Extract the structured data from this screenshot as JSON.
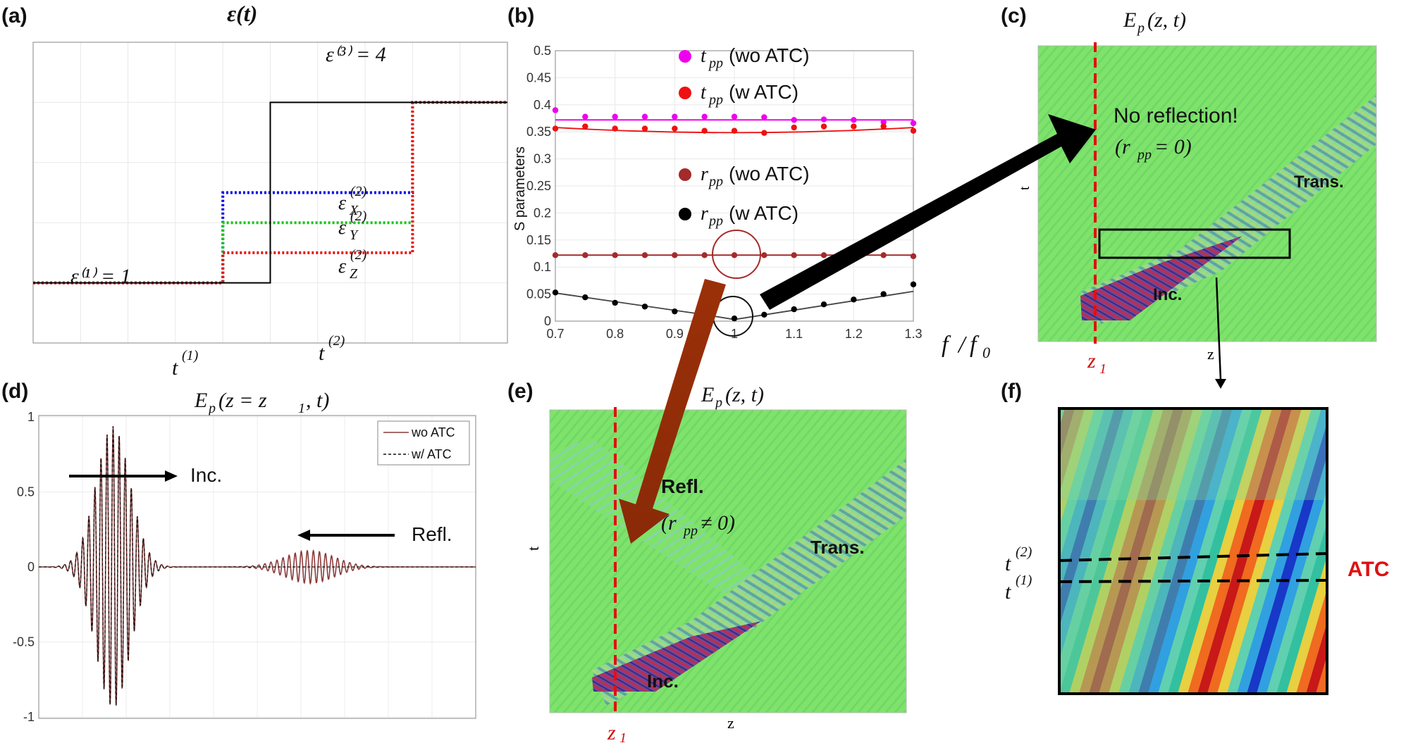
{
  "panels": {
    "a": {
      "label": "(a)",
      "title": "ε(t)",
      "eps3": "ε⁽³⁾ = 4",
      "eps1": "ε⁽¹⁾ = 1",
      "epsX": "ε",
      "epsX_sup": "(2)",
      "epsX_sub": "X",
      "epsY": "ε",
      "epsY_sup": "(2)",
      "epsY_sub": "Y",
      "epsZ": "ε",
      "epsZ_sup": "(2)",
      "epsZ_sub": "Z",
      "t1": "t",
      "t1_sup": "(1)",
      "t2": "t",
      "t2_sup": "(2)"
    },
    "b": {
      "label": "(b)",
      "ylabel": "S parameters",
      "xlabel_f": "f",
      "xlabel_slash": "/",
      "xlabel_f0": "f",
      "xlabel_f0_sub": "0",
      "legend": [
        {
          "sym": "t",
          "sub": "pp",
          "text": "(wo ATC)",
          "color": "#ee00ee"
        },
        {
          "sym": "t",
          "sub": "pp",
          "text": "(w ATC)",
          "color": "#ee1111"
        },
        {
          "sym": "r",
          "sub": "pp",
          "text": "(wo ATC)",
          "color": "#a52a2a"
        },
        {
          "sym": "r",
          "sub": "pp",
          "text": "(w ATC)",
          "color": "#000000"
        }
      ],
      "xticks": [
        "0.7",
        "0.8",
        "0.9",
        "1",
        "1.1",
        "1.2",
        "1.3"
      ],
      "yticks": [
        "0",
        "0.05",
        "0.1",
        "0.15",
        "0.2",
        "0.25",
        "0.3",
        "0.35",
        "0.4",
        "0.45",
        "0.5"
      ]
    },
    "c": {
      "label": "(c)",
      "title_E": "E",
      "title_sub": "p",
      "title_args": "(z, t)",
      "no_reflection": "No reflection!",
      "rpp_open": "(r",
      "rpp_sub": "pp",
      "rpp_close": " = 0)",
      "trans": "Trans.",
      "inc": "Inc.",
      "z1": "z",
      "z1_sub": "1",
      "axis_t": "t",
      "axis_z": "z"
    },
    "d": {
      "label": "(d)",
      "title_E": "E",
      "title_sub": "p",
      "title_args": "(z = z",
      "title_args_sub": "1",
      "title_args_end": ", t)",
      "legend": [
        "wo ATC",
        "w/ ATC"
      ],
      "inc": "Inc.",
      "refl": "Refl.",
      "yticks": [
        "-1",
        "-0.5",
        "0",
        "0.5",
        "1"
      ]
    },
    "e": {
      "label": "(e)",
      "title_E": "E",
      "title_sub": "p",
      "title_args": "(z, t)",
      "refl": "Refl.",
      "rpp_open": "(r",
      "rpp_sub": "pp",
      "rpp_close": " ≠ 0)",
      "trans": "Trans.",
      "inc": "Inc.",
      "z1": "z",
      "z1_sub": "1",
      "axis_t": "t",
      "axis_z": "z"
    },
    "f": {
      "label": "(f)",
      "t2": "t",
      "t2_sup": "(2)",
      "t1": "t",
      "t1_sup": "(1)",
      "atc": "ATC"
    }
  },
  "chart_data": [
    {
      "panel": "a",
      "type": "line",
      "title": "ε(t)",
      "xlim": [
        0,
        10
      ],
      "ylim": [
        0,
        5
      ],
      "grid": true,
      "series": [
        {
          "color": "#000000",
          "style": "solid",
          "x": [
            0,
            5,
            5,
            10
          ],
          "y": [
            1,
            1,
            4,
            4
          ]
        },
        {
          "color": "#0000ee",
          "style": "dotted",
          "x": [
            0,
            4,
            4,
            8,
            8,
            10
          ],
          "y": [
            1,
            1,
            2.5,
            2.5,
            4,
            4
          ]
        },
        {
          "color": "#11cc11",
          "style": "dotted",
          "x": [
            0,
            4,
            4,
            8,
            8,
            10
          ],
          "y": [
            1,
            1,
            2.0,
            2.0,
            4,
            4
          ]
        },
        {
          "color": "#ee1111",
          "style": "dotted",
          "x": [
            0,
            4,
            4,
            8,
            8,
            10
          ],
          "y": [
            1,
            1,
            1.5,
            1.5,
            4,
            4
          ]
        }
      ]
    },
    {
      "panel": "b",
      "type": "scatter",
      "ylabel": "S parameters",
      "xlim": [
        0.7,
        1.3
      ],
      "ylim": [
        0,
        0.5
      ],
      "grid": true,
      "x": [
        0.7,
        0.75,
        0.8,
        0.85,
        0.9,
        0.95,
        1.0,
        1.05,
        1.1,
        1.15,
        1.2,
        1.25,
        1.3
      ],
      "series": [
        {
          "name": "t_pp (wo ATC)",
          "color": "#ee00ee",
          "values": [
            0.39,
            0.378,
            0.378,
            0.378,
            0.378,
            0.378,
            0.378,
            0.377,
            0.372,
            0.373,
            0.372,
            0.368,
            0.366
          ],
          "fit": [
            0.372,
            0.372
          ]
        },
        {
          "name": "t_pp (w ATC)",
          "color": "#ee1111",
          "values": [
            0.356,
            0.36,
            0.356,
            0.356,
            0.356,
            0.352,
            0.352,
            0.348,
            0.358,
            0.36,
            0.36,
            0.36,
            0.352
          ],
          "fit_curve": [
            [
              0.7,
              0.358
            ],
            [
              1.0,
              0.352
            ],
            [
              1.3,
              0.358
            ]
          ]
        },
        {
          "name": "r_pp (wo ATC)",
          "color": "#a52a2a",
          "values": [
            0.122,
            0.122,
            0.122,
            0.122,
            0.122,
            0.122,
            0.122,
            0.122,
            0.122,
            0.122,
            0.122,
            0.122,
            0.12
          ],
          "fit": [
            0.122,
            0.122
          ]
        },
        {
          "name": "r_pp (w ATC)",
          "color": "#000000",
          "values": [
            0.053,
            0.044,
            0.034,
            0.027,
            0.018,
            0.012,
            0.005,
            0.012,
            0.022,
            0.031,
            0.04,
            0.05,
            0.068
          ],
          "fit_curve": [
            [
              0.7,
              0.052
            ],
            [
              0.95,
              0.012
            ],
            [
              1.0,
              0.003
            ],
            [
              1.3,
              0.055
            ]
          ]
        }
      ]
    },
    {
      "panel": "d",
      "type": "line",
      "ylim": [
        -1,
        1
      ],
      "grid": true,
      "series": [
        {
          "name": "wo ATC",
          "color": "#8b3a3a",
          "style": "solid",
          "packets": [
            {
              "center": 0.17,
              "width": 0.055,
              "amp": 0.94
            },
            {
              "center": 0.62,
              "width": 0.08,
              "amp": 0.11
            }
          ]
        },
        {
          "name": "w/ ATC",
          "color": "#111111",
          "style": "dashed",
          "packets": [
            {
              "center": 0.17,
              "width": 0.055,
              "amp": 0.94
            }
          ]
        }
      ]
    }
  ]
}
